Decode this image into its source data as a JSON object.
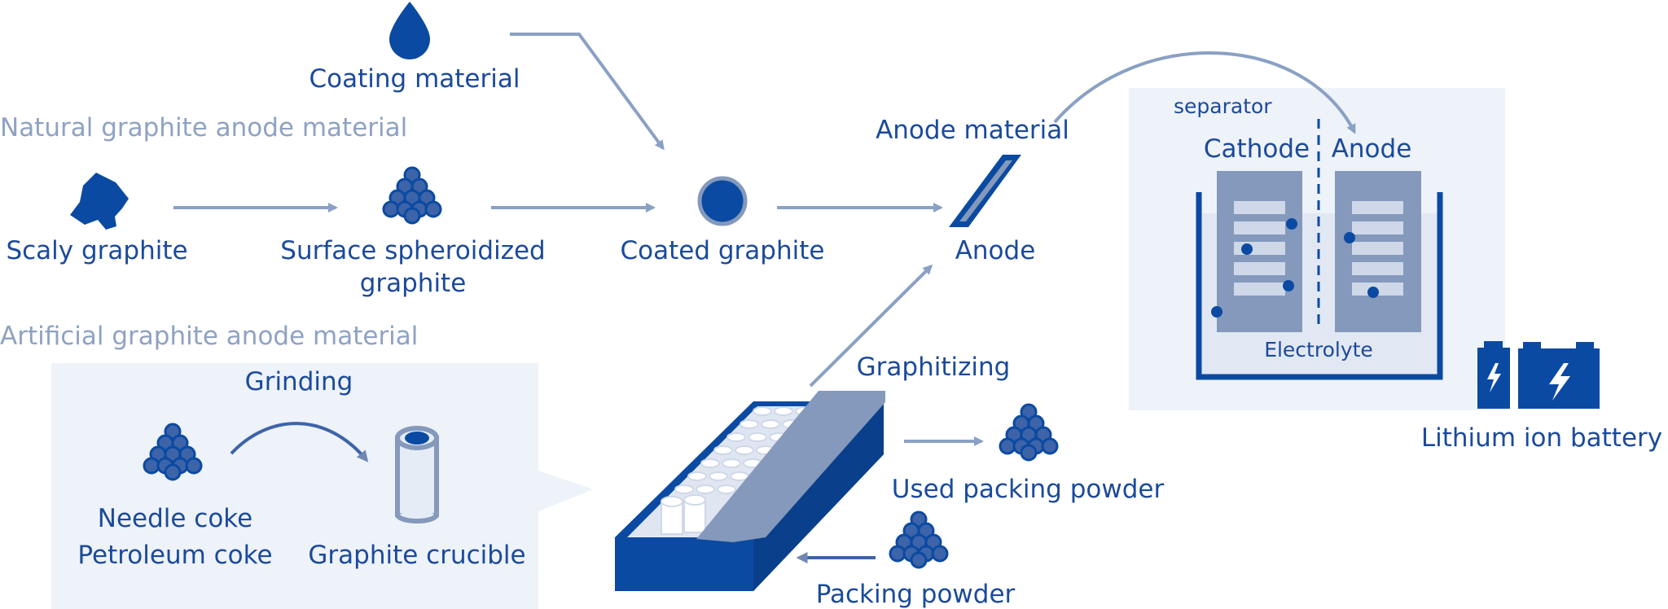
{
  "sections": {
    "natural": "Natural graphite anode material",
    "artificial": "Artificial graphite anode material"
  },
  "labels": {
    "coating_material": "Coating material",
    "scaly_graphite": "Scaly graphite",
    "surface_spheroidized_1": "Surface spheroidized",
    "surface_spheroidized_2": "graphite",
    "coated_graphite": "Coated graphite",
    "anode_material": "Anode material",
    "anode": "Anode",
    "separator": "separator",
    "cathode": "Cathode",
    "battery_anode": "Anode",
    "electrolyte": "Electrolyte",
    "lithium_ion_battery": "Lithium ion battery",
    "grinding": "Grinding",
    "needle_coke": "Needle coke",
    "petroleum_coke": "Petroleum coke",
    "graphite_crucible": "Graphite crucible",
    "graphitizing": "Graphitizing",
    "used_packing_powder": "Used packing powder",
    "packing_powder": "Packing powder"
  },
  "colors": {
    "primary": "#0b4aa2",
    "mid": "#3d64a8",
    "light": "#8499bb",
    "arrow": "#8aa0c4",
    "panel": "#eef2f9",
    "section_text": "#8fa2c2"
  },
  "icons": [
    "water-drop-icon",
    "scaly-graphite-icon",
    "granule-pile-icon",
    "coated-sphere-icon",
    "anode-plate-icon",
    "crucible-icon",
    "furnace-icon",
    "battery-icon"
  ]
}
